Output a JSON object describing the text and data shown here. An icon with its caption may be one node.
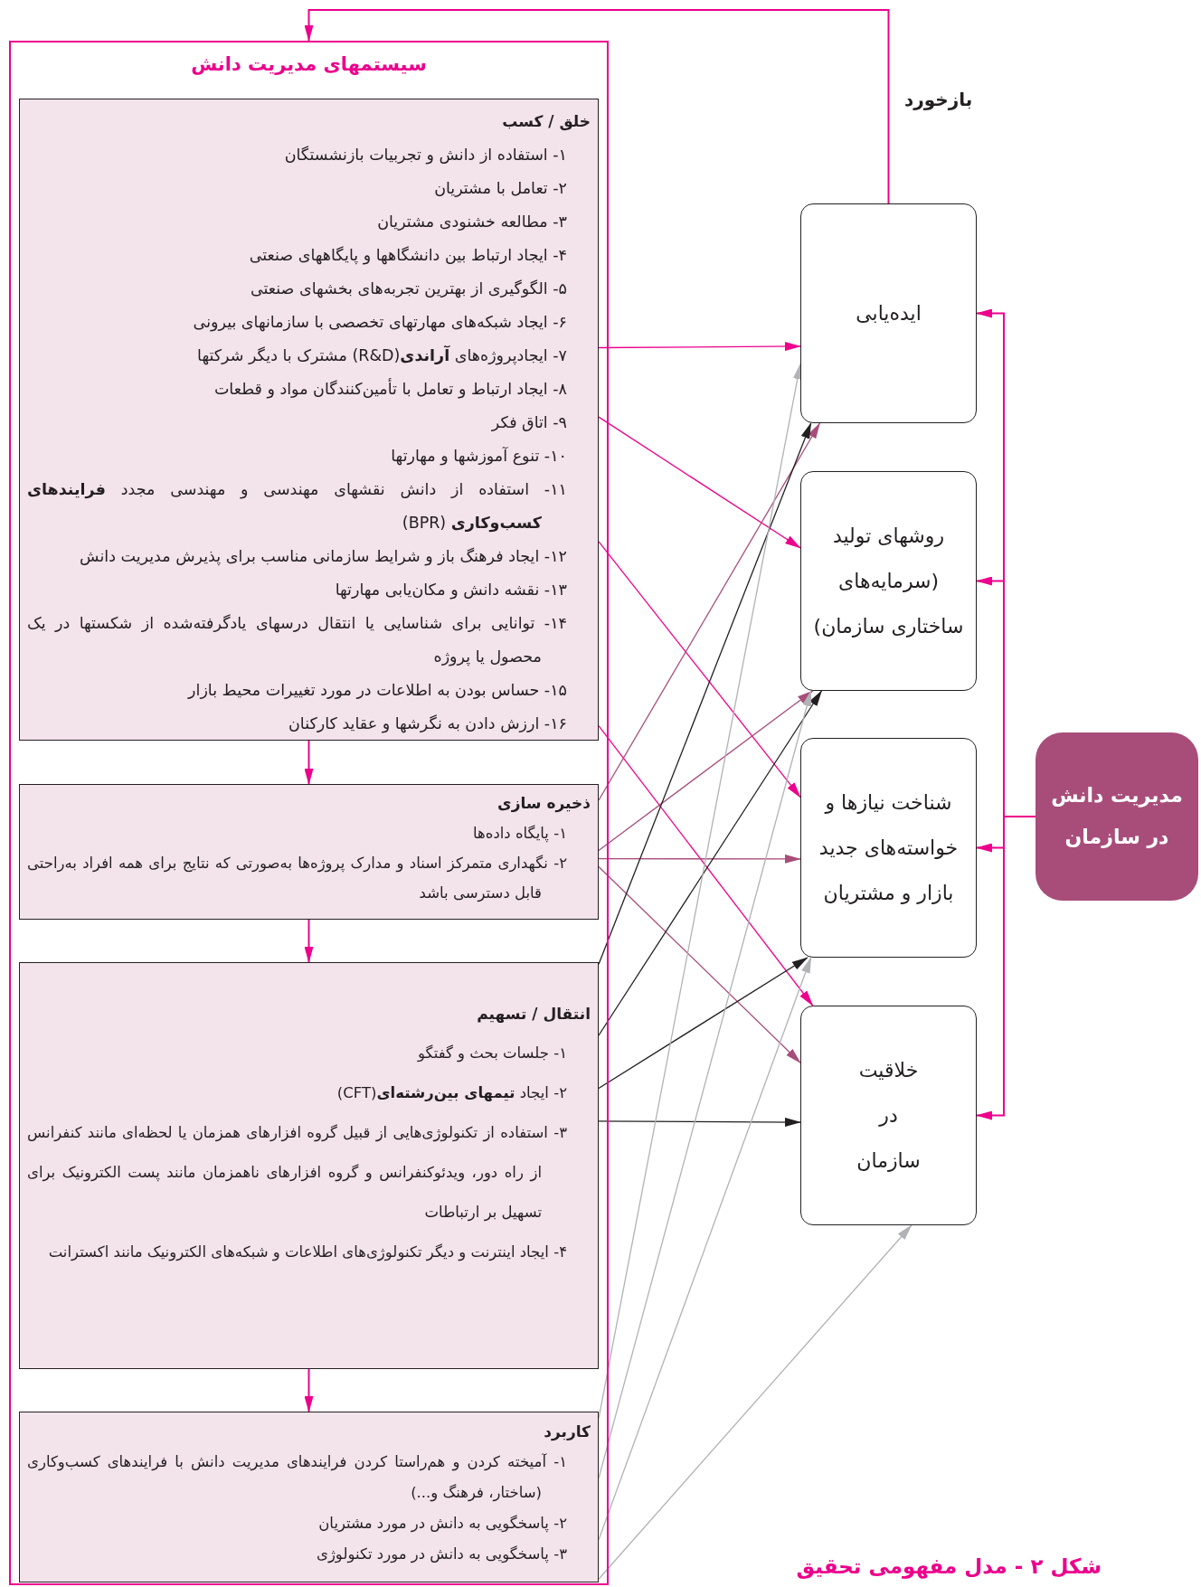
{
  "diagram": {
    "caption": "شکل ۲ - مدل مفهومی تحقیق",
    "nodes": [
      {
        "text": [
          "سیستمهای مدیریت دانش"
        ]
      },
      {
        "text": [
          "خلق / کسب",
          "۱- استفاده از دانش و تجربیات بازنشستگان",
          "۲- تعامل با مشتریان",
          "۳- مطالعه خشنودی مشتریان",
          "۴- ایجاد ارتباط بین دانشگاهها و پایگاههای صنعتی",
          "۵- الگوگیری از بهترین تجربه‌های بخشهای صنعتی",
          "۶- ایجاد شبکه‌های مهارتهای تخصصی با سازمانهای بیرونی",
          "۷- ایجادپروژه‌های **آراندی**(R&D) مشترک با دیگر شرکتها",
          "۸- ایجاد ارتباط و تعامل با تأمین‌کنندگان مواد و قطعات",
          "۹- اتاق فکر",
          "۱۰- تنوع آموزشها و مهارتها",
          "۱۱- استفاده از دانش نقشهای مهندسی و مهندسی مجدد **فرایندهای کسب‌وکاری** (BPR)",
          "۱۲- ایجاد فرهنگ باز و شرایط سازمانی مناسب برای پذیرش مدیریت دانش",
          "۱۳- نقشه دانش و مکان‌یابی مهارتها",
          "۱۴- توانایی برای شناسایی یا انتقال درسهای یادگرفته‌شده از شکستها در یک محصول یا پروژه",
          "۱۵- حساس بودن به اطلاعات در مورد تغییرات محیط بازار",
          "۱۶- ارزش دادن به نگرشها و عقاید کارکنان"
        ],
        "in": 0
      },
      {
        "text": [
          "ذخیره سازی",
          "۱- پایگاه داده‌ها",
          "۲- نگهداری متمرکز اسناد و مدارک پروژه‌ها به‌صورتی که نتایج برای همه افراد به‌راحتی قابل دسترسی باشد"
        ],
        "in": 0
      },
      {
        "text": [
          "انتقال / تسهیم",
          "۱- جلسات بحث و گفتگو",
          "۲- ایجاد **تیمهای بین‌رشته‌ای**(CFT)",
          "۳- استفاده از تکنولوژی‌هایی از قبیل گروه افزارهای همزمان یا لحظه‌ای مانند کنفرانس از راه دور، ویدئوکنفرانس و گروه افزارهای ناهمزمان مانند پست الکترونیک برای تسهیل بر ارتباطات",
          "۴- ایجاد اینترنت و دیگر تکنولوژی‌های اطلاعات و شبکه‌های الکترونیک مانند اکسترانت"
        ],
        "in": 0
      },
      {
        "text": [
          "کاربرد",
          "۱- آمیخته کردن و هم‌راستا کردن فرایندهای مدیریت دانش با فرایندهای کسب‌وکاری (ساختار، فرهنگ و...)",
          "۲- پاسخگویی به دانش در مورد مشتریان",
          "۳- پاسخگویی به دانش در مورد تکنولوژی"
        ],
        "in": 0
      },
      {
        "text": [
          "ایده‌یابی"
        ]
      },
      {
        "text": [
          "روشهای تولید (سرمایه‌های ساختاری سازمان)"
        ]
      },
      {
        "text": [
          "شناخت نیازها و خواسته‌های جدید بازار و مشتریان"
        ]
      },
      {
        "text": [
          "خلاقیت در سازمان"
        ]
      },
      {
        "text": [
          "مدیریت دانش در سازمان"
        ]
      }
    ],
    "edges": [
      {
        "from": 1,
        "to": 2,
        "arrow": "to"
      },
      {
        "from": 2,
        "to": 3,
        "arrow": "to"
      },
      {
        "from": 3,
        "to": 4,
        "arrow": "to"
      },
      {
        "from": 5,
        "to": 0,
        "arrow": "to",
        "label": "بازخورد"
      },
      {
        "from": 1,
        "to": 5,
        "arrow": "to"
      },
      {
        "from": 1,
        "to": 6,
        "arrow": "to"
      },
      {
        "from": 1,
        "to": 7,
        "arrow": "to"
      },
      {
        "from": 1,
        "to": 8,
        "arrow": "to"
      },
      {
        "from": 2,
        "to": 5,
        "arrow": "to",
        "color": "#a84d7a"
      },
      {
        "from": 2,
        "to": 6,
        "arrow": "to",
        "color": "#a84d7a"
      },
      {
        "from": 2,
        "to": 7,
        "arrow": "to",
        "color": "#a84d7a"
      },
      {
        "from": 2,
        "to": 8,
        "arrow": "to",
        "color": "#a84d7a"
      },
      {
        "from": 3,
        "to": 5,
        "arrow": "to",
        "color": "#231f20"
      },
      {
        "from": 3,
        "to": 6,
        "arrow": "to",
        "color": "#231f20"
      },
      {
        "from": 3,
        "to": 7,
        "arrow": "to",
        "color": "#231f20"
      },
      {
        "from": 3,
        "to": 8,
        "arrow": "to",
        "color": "#231f20"
      },
      {
        "from": 4,
        "to": 5,
        "arrow": "to",
        "color": "#b1b2b5"
      },
      {
        "from": 4,
        "to": 6,
        "arrow": "to",
        "color": "#b1b2b5"
      },
      {
        "from": 4,
        "to": 7,
        "arrow": "to",
        "color": "#b1b2b5"
      },
      {
        "from": 4,
        "to": 8,
        "arrow": "to",
        "color": "#b1b2b5"
      },
      {
        "from": 9,
        "to": 5,
        "arrow": "to"
      },
      {
        "from": 9,
        "to": 6,
        "arrow": "to"
      },
      {
        "from": 9,
        "to": 7,
        "arrow": "to"
      },
      {
        "from": 9,
        "to": 8,
        "arrow": "to"
      }
    ]
  }
}
